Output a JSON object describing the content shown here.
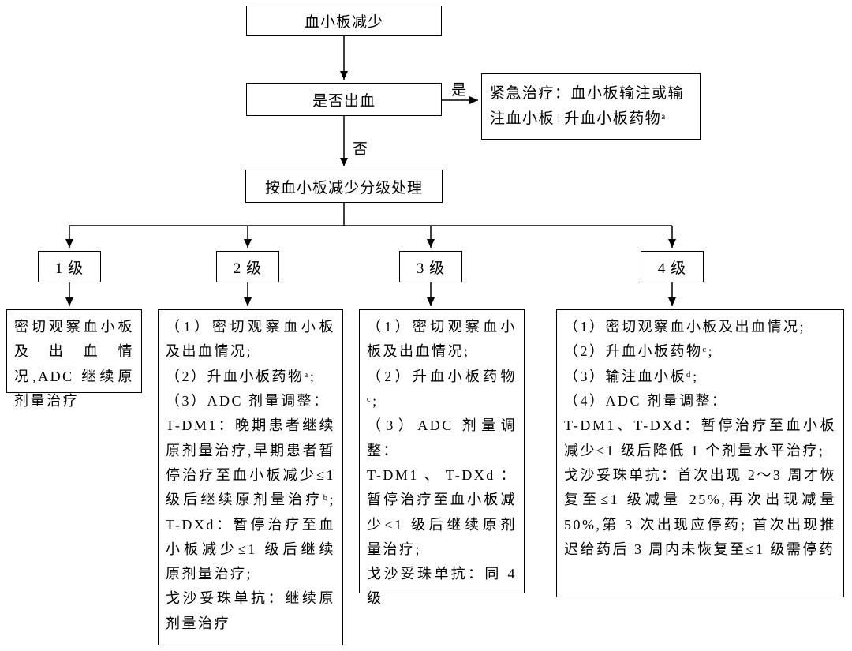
{
  "diagram": {
    "start": "血小板减少",
    "decision": "是否出血",
    "yes_label": "是",
    "no_label": "否",
    "emergency": "紧急治疗：血小板输注或输注血小板+升血小板药物ᵃ",
    "grading": "按血小板减少分级处理",
    "grades": [
      {
        "label": "1 级",
        "detail": [
          "密切观察血小板及出血情况,ADC 继续原剂量治疗"
        ]
      },
      {
        "label": "2 级",
        "detail": [
          "（1）密切观察血小板及出血情况;",
          "（2）升血小板药物ᵃ;",
          "（3）ADC 剂量调整：",
          "T-DM1：晚期患者继续原剂量治疗,早期患者暂停治疗至血小板减少≤1 级后继续原剂量治疗ᵇ; T-DXd：暂停治疗至血小板减少≤1 级后继续原剂量治疗;",
          "戈沙妥珠单抗：继续原剂量治疗"
        ]
      },
      {
        "label": "3 级",
        "detail": [
          "（1）密切观察血小板及出血情况;",
          "（2）升血小板药物ᶜ;",
          "（3）ADC 剂量调整：",
          "T-DM1、T-DXd：暂停治疗至血小板减少≤1 级后继续原剂量治疗;",
          "戈沙妥珠单抗：同 4 级"
        ]
      },
      {
        "label": "4 级",
        "detail": [
          "（1）密切观察血小板及出血情况;",
          "（2）升血小板药物ᶜ;",
          "（3）输注血小板ᵈ;",
          "（4）ADC 剂量调整：",
          "T-DM1、T-DXd：暂停治疗至血小板减少≤1 级后降低 1 个剂量水平治疗;",
          "戈沙妥珠单抗：首次出现 2～3 周才恢复至≤1 级减量 25%,再次出现减量 50%,第 3 次出现应停药; 首次出现推迟给药后 3 周内未恢复至≤1 级需停药"
        ]
      }
    ]
  }
}
